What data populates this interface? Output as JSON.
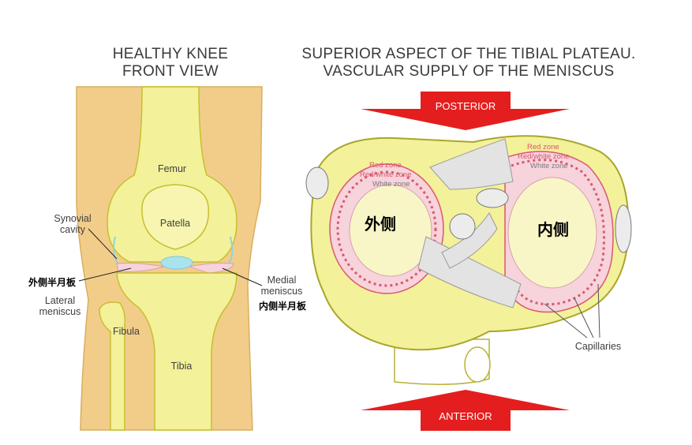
{
  "left_title": [
    "HEALTHY KNEE",
    "FRONT VIEW"
  ],
  "right_title": [
    "SUPERIOR ASPECT OF THE TIBIAL PLATEAU.",
    "VASCULAR SUPPLY OF THE MENISCUS"
  ],
  "labels": {
    "femur": "Femur",
    "patella": "Patella",
    "synovial_cavity": [
      "Synovial",
      "cavity"
    ],
    "lateral_meniscus": [
      "Lateral",
      "meniscus"
    ],
    "medial_meniscus": [
      "Medial",
      "meniscus"
    ],
    "fibula": "Fibula",
    "tibia": "Tibia",
    "capillaries": "Capillaries",
    "posterior": "POSTERIOR",
    "anterior": "ANTERIOR",
    "red_red_zone": "Red zone",
    "red_white_zone": "Red/white zone",
    "white_zone": "White zone"
  },
  "annotations": {
    "lateral_meniscus_cn": "外侧半月板",
    "medial_meniscus_cn": "内侧半月板",
    "lateral_cn": "外侧",
    "medial_cn": "内侧"
  },
  "colors": {
    "bone": "#f3f19a",
    "bone_outline": "#c6bf2e",
    "soft_tissue": "#f2cd8a",
    "meniscus": "#f7d3dc",
    "meniscus_red": "#d9586d",
    "arrow_red": "#e41e1e",
    "cartilage_blue": "#a9e3ee",
    "ligament": "#e3e3e3"
  }
}
